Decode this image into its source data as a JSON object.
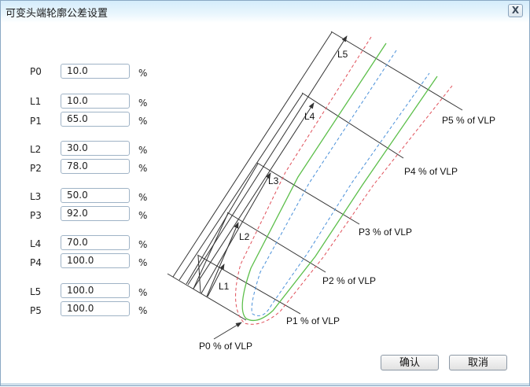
{
  "window": {
    "title": "可变头端轮廓公差设置",
    "close_label": "X"
  },
  "fields": [
    {
      "label": "P0",
      "value": "10.0",
      "unit": "%"
    },
    {
      "label": "L1",
      "value": "10.0",
      "unit": "%"
    },
    {
      "label": "P1",
      "value": "65.0",
      "unit": "%"
    },
    {
      "label": "L2",
      "value": "30.0",
      "unit": "%"
    },
    {
      "label": "P2",
      "value": "78.0",
      "unit": "%"
    },
    {
      "label": "L3",
      "value": "50.0",
      "unit": "%"
    },
    {
      "label": "P3",
      "value": "92.0",
      "unit": "%"
    },
    {
      "label": "L4",
      "value": "70.0",
      "unit": "%"
    },
    {
      "label": "P4",
      "value": "100.0",
      "unit": "%"
    },
    {
      "label": "L5",
      "value": "100.0",
      "unit": "%"
    },
    {
      "label": "P5",
      "value": "100.0",
      "unit": "%"
    }
  ],
  "diagram": {
    "length_labels": [
      "L1",
      "L2",
      "L3",
      "L4",
      "L5"
    ],
    "percent_labels": [
      "P0 % of VLP",
      "P1 % of VLP",
      "P2 % of VLP",
      "P3 % of VLP",
      "P4 % of VLP",
      "P5 % of VLP"
    ],
    "colors": {
      "nominal": "#5cbf4a",
      "outer": "#e0505a",
      "inner": "#4a90d9",
      "lines": "#333333"
    }
  },
  "buttons": {
    "ok": "确认",
    "cancel": "取消"
  }
}
